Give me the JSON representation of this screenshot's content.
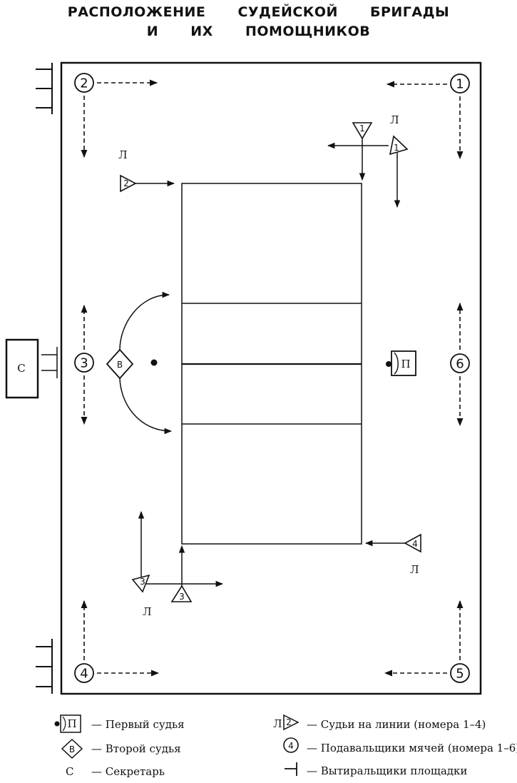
{
  "title": {
    "line1": "РАСПОЛОЖЕНИЕ СУДЕЙСКОЙ БРИГАДЫ",
    "line2": "И ИХ ПОМОЩНИКОВ"
  },
  "diagram": {
    "secretary_label": "С",
    "first_referee_label": "П",
    "second_referee_label": "В",
    "line_judge_marker": "Л",
    "ball_retrievers": [
      "1",
      "2",
      "3",
      "4",
      "5",
      "6"
    ],
    "line_judges": [
      "1",
      "2",
      "3",
      "4"
    ]
  },
  "legend": {
    "first_referee": "— Первый судья",
    "second_referee": "— Второй судья",
    "secretary": "— Секретарь",
    "line_judges": "— Судьи на линии (номера 1–4)",
    "ball_retrievers": "— Подавальщики мячей (номера 1–6)",
    "court_wipers": "— Вытиральщики площадки",
    "sym_first": "П",
    "sym_second": "В",
    "sym_secretary": "С",
    "sym_line_marker": "Л",
    "sym_line_num": "2",
    "sym_ball_num": "4"
  }
}
